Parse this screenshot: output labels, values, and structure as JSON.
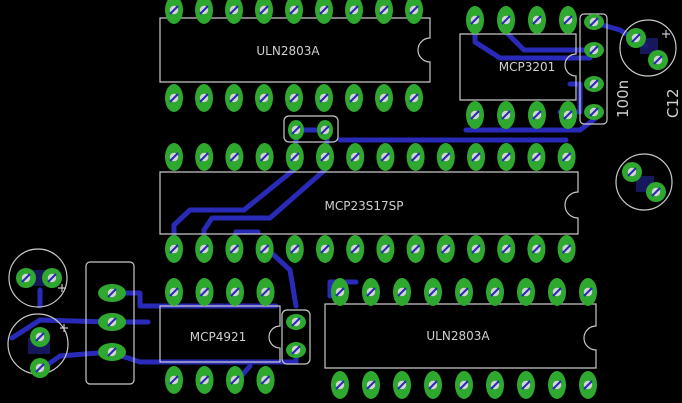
{
  "view": "PCB board layout",
  "colors": {
    "background": "#000000",
    "outline": "#c8c8c8",
    "trace": "#2a2ab8",
    "pad": "#2ea82e",
    "drill": "#d4d4d4",
    "label": "#cfcfcf",
    "cap_fill": "#1b1b6b"
  },
  "components": {
    "u_top_left": {
      "label": "ULN2803A",
      "pins_per_side": 9
    },
    "u_top_right": {
      "label": "MCP3201",
      "pins_per_side": 4
    },
    "u_middle": {
      "label": "MCP23S17SP",
      "pins_per_side": 14
    },
    "u_bottom_left": {
      "label": "MCP4921",
      "pins_per_side": 4
    },
    "u_bottom_right": {
      "label": "ULN2803A",
      "pins_per_side": 9
    },
    "cap_value": {
      "label": "100n"
    },
    "cap_ref": {
      "label": "C12"
    }
  }
}
